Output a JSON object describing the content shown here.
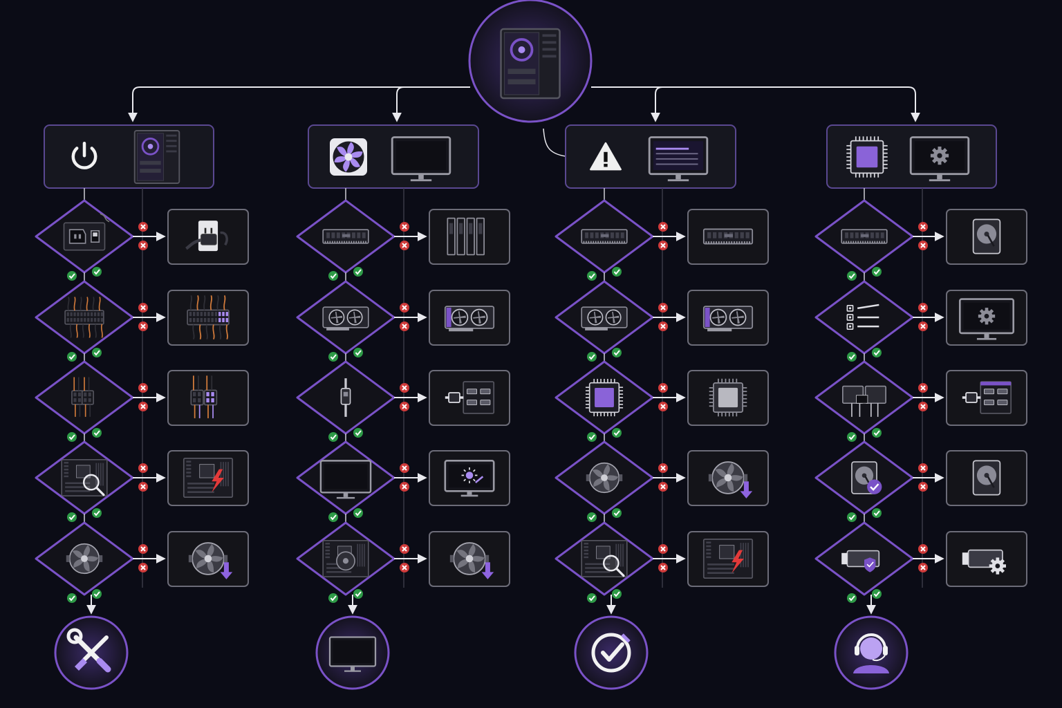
{
  "title": "",
  "colors": {
    "background": "#0b0c16",
    "accent": "#7a52c7",
    "accent_light": "#a98bf0",
    "panel": "#16171f",
    "panel_border": "#5a4891",
    "tile_border": "#6c6c78",
    "connector": "#e9e9ee",
    "yes": "#2e9a47",
    "no": "#cf3a3a",
    "warning": "#f0f0f0"
  },
  "root": {
    "icon": "pc-tower-icon"
  },
  "columns": [
    {
      "id": "no-power",
      "header_icons": [
        "power-icon",
        "pc-tower-icon"
      ],
      "steps": [
        {
          "check_icon": "psu-switch-icon",
          "fix_icon": "wall-outlet-plug-icon"
        },
        {
          "check_icon": "atx-24pin-connector-icon",
          "fix_icon": "atx-connector-reseat-icon"
        },
        {
          "check_icon": "cpu-8pin-connector-icon",
          "fix_icon": "cpu-connector-reseat-icon"
        },
        {
          "check_icon": "motherboard-inspect-icon",
          "fix_icon": "motherboard-short-icon"
        },
        {
          "check_icon": "cpu-cooler-icon",
          "fix_icon": "cooler-reseat-icon"
        }
      ],
      "outcome_icon": "repair-tools-icon"
    },
    {
      "id": "fans-no-display",
      "header_icons": [
        "fan-icon",
        "monitor-icon"
      ],
      "steps": [
        {
          "check_icon": "ram-stick-icon",
          "fix_icon": "ram-reseat-icon"
        },
        {
          "check_icon": "graphics-card-icon",
          "fix_icon": "gpu-reseat-icon"
        },
        {
          "check_icon": "display-cable-icon",
          "fix_icon": "display-port-icon"
        },
        {
          "check_icon": "monitor-icon",
          "fix_icon": "monitor-input-icon"
        },
        {
          "check_icon": "motherboard-icon",
          "fix_icon": "cooler-reseat-icon"
        }
      ],
      "outcome_icon": "monitor-icon"
    },
    {
      "id": "error-screen",
      "header_icons": [
        "warning-icon",
        "error-screen-icon"
      ],
      "steps": [
        {
          "check_icon": "ram-stick-icon",
          "fix_icon": "ram-reseat-icon"
        },
        {
          "check_icon": "graphics-card-icon",
          "fix_icon": "gpu-reseat-icon"
        },
        {
          "check_icon": "cpu-chip-icon",
          "fix_icon": "cpu-reseat-icon"
        },
        {
          "check_icon": "cpu-cooler-icon",
          "fix_icon": "cooler-reseat-icon"
        },
        {
          "check_icon": "motherboard-inspect-icon",
          "fix_icon": "motherboard-short-icon"
        }
      ],
      "outcome_icon": "checkmark-icon"
    },
    {
      "id": "boot-settings",
      "header_icons": [
        "cpu-chip-icon",
        "settings-monitor-icon"
      ],
      "steps": [
        {
          "check_icon": "ram-stick-icon",
          "fix_icon": "hard-drive-icon"
        },
        {
          "check_icon": "bios-checklist-icon",
          "fix_icon": "settings-monitor-icon"
        },
        {
          "check_icon": "sata-cable-icon",
          "fix_icon": "sata-port-icon"
        },
        {
          "check_icon": "hard-drive-check-icon",
          "fix_icon": "hard-drive-icon"
        },
        {
          "check_icon": "ssd-secure-icon",
          "fix_icon": "ssd-settings-icon"
        }
      ],
      "outcome_icon": "support-agent-icon"
    }
  ]
}
